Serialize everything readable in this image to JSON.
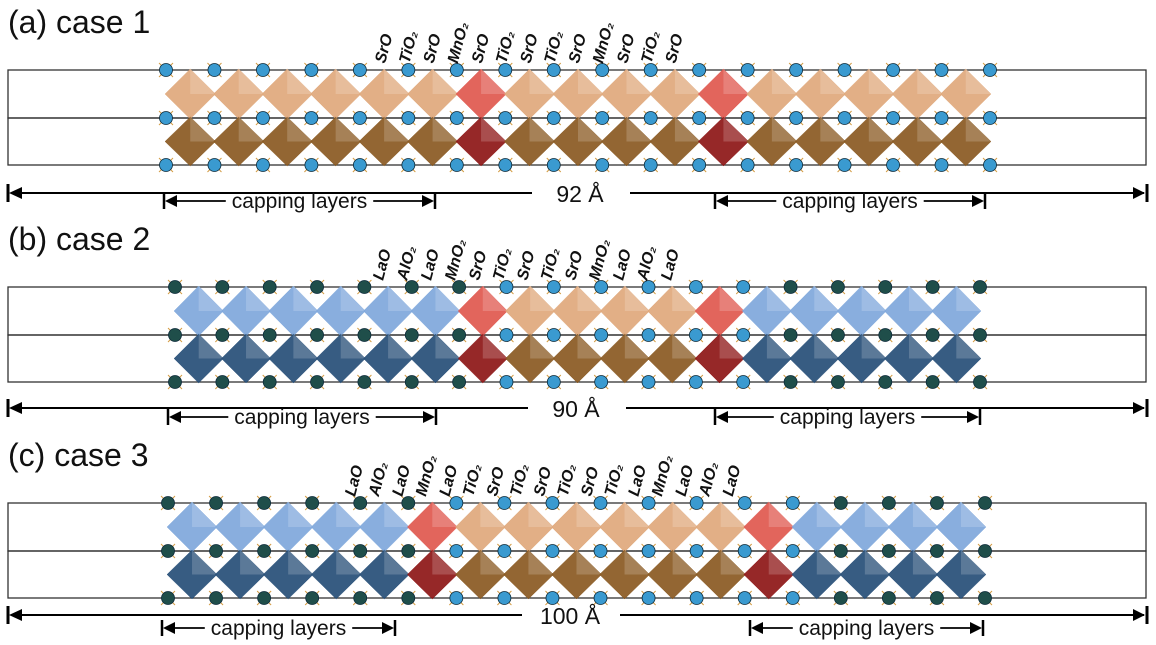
{
  "panels": [
    {
      "title": "(a) case 1",
      "layers": [
        {
          "text": "SrO",
          "red": false
        },
        {
          "text": "TiO₂",
          "red": false
        },
        {
          "text": "SrO",
          "red": false
        },
        {
          "text": "MnO₂",
          "red": true
        },
        {
          "text": "SrO",
          "red": false
        },
        {
          "text": "TiO₂",
          "red": false
        },
        {
          "text": "SrO",
          "red": false
        },
        {
          "text": "TiO₂",
          "red": false
        },
        {
          "text": "SrO",
          "red": false
        },
        {
          "text": "MnO₂",
          "red": true
        },
        {
          "text": "SrO",
          "red": false
        },
        {
          "text": "TiO₂",
          "red": false
        },
        {
          "text": "SrO",
          "red": false
        }
      ],
      "length": "92 Å",
      "capping": [
        "capping layers",
        "capping layers"
      ]
    },
    {
      "title": "(b) case 2",
      "layers": [
        {
          "text": "LaO",
          "red": false
        },
        {
          "text": "AlO₂",
          "red": false
        },
        {
          "text": "LaO",
          "red": false
        },
        {
          "text": "MnO₂",
          "red": true
        },
        {
          "text": "SrO",
          "red": false
        },
        {
          "text": "TiO₂",
          "red": false
        },
        {
          "text": "SrO",
          "red": false
        },
        {
          "text": "TiO₂",
          "red": false
        },
        {
          "text": "SrO",
          "red": false
        },
        {
          "text": "MnO₂",
          "red": true
        },
        {
          "text": "LaO",
          "red": false
        },
        {
          "text": "AlO₂",
          "red": false
        },
        {
          "text": "LaO",
          "red": false
        }
      ],
      "length": "90 Å",
      "capping": [
        "capping layers",
        "capping layers"
      ]
    },
    {
      "title": "(c) case 3",
      "layers": [
        {
          "text": "LaO",
          "red": false
        },
        {
          "text": "AlO₂",
          "red": false
        },
        {
          "text": "LaO",
          "red": false
        },
        {
          "text": "MnO₂",
          "red": true
        },
        {
          "text": "LaO",
          "red": false
        },
        {
          "text": "TiO₂",
          "red": false
        },
        {
          "text": "SrO",
          "red": false
        },
        {
          "text": "TiO₂",
          "red": false
        },
        {
          "text": "SrO",
          "red": false
        },
        {
          "text": "TiO₂",
          "red": false
        },
        {
          "text": "SrO",
          "red": false
        },
        {
          "text": "TiO₂",
          "red": false
        },
        {
          "text": "LaO",
          "red": false
        },
        {
          "text": "MnO₂",
          "red": true
        },
        {
          "text": "LaO",
          "red": false
        },
        {
          "text": "AlO₂",
          "red": false
        },
        {
          "text": "LaO",
          "red": false
        }
      ],
      "length": "100 Å",
      "capping": [
        "capping layers",
        "capping layers"
      ]
    }
  ],
  "colors": {
    "sto_light": "#e0a97c",
    "sto_dark": "#8a5a22",
    "mn_light": "#e0584f",
    "mn_dark": "#8e1616",
    "lao_light": "#7fa8dc",
    "lao_dark": "#274f78",
    "sr_atom": "#3a9ad0",
    "la_atom": "#1f4e4a",
    "label_red": "#e01010"
  }
}
